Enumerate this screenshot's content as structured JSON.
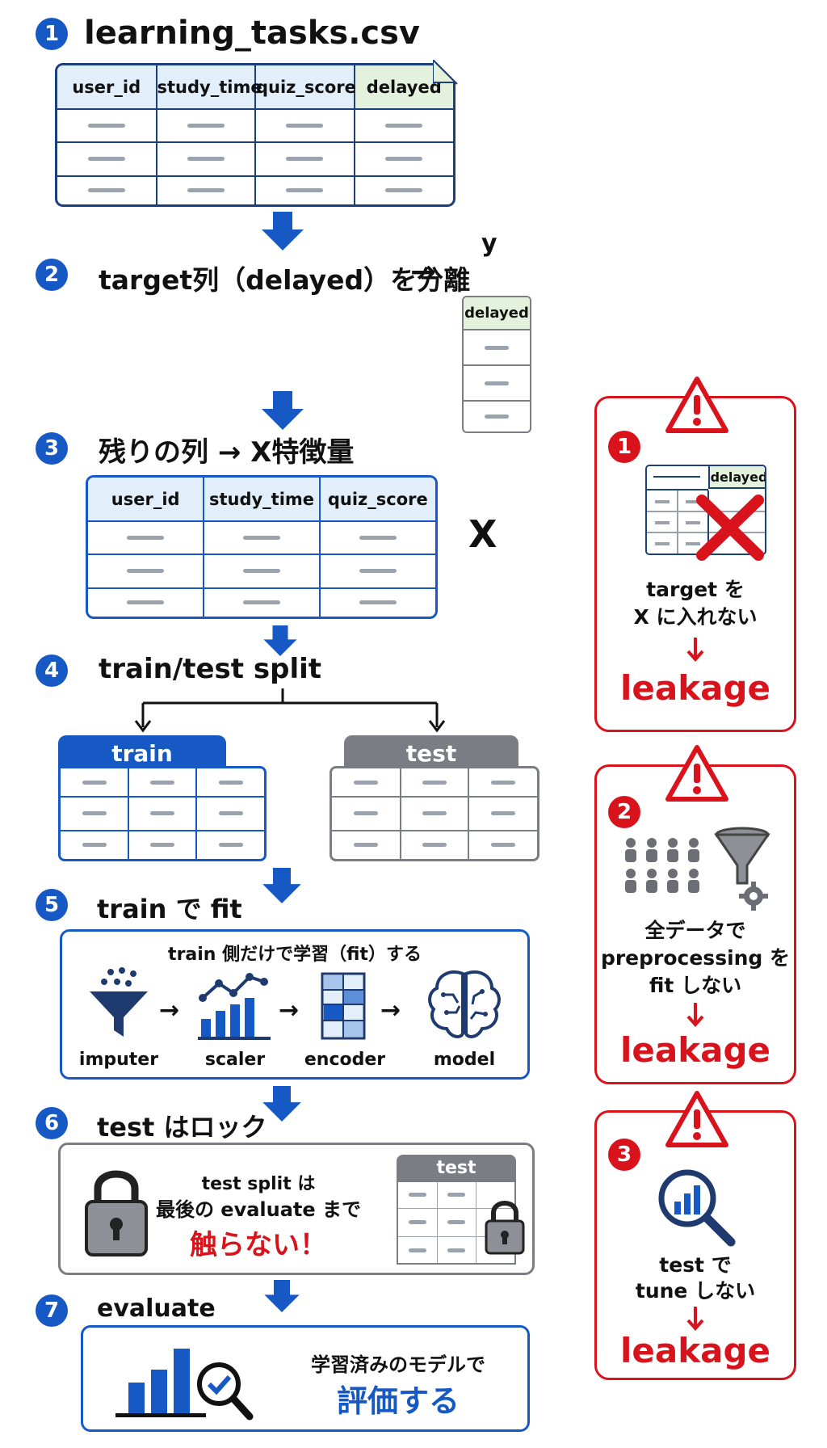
{
  "steps": [
    {
      "num": "1",
      "title": "learning_tasks.csv"
    },
    {
      "num": "2",
      "title": "target列（delayed）を分離",
      "arrow": "→"
    },
    {
      "num": "3",
      "title": "残りの列 → X特徴量"
    },
    {
      "num": "4",
      "title": "train/test split"
    },
    {
      "num": "5",
      "title": "train で fit"
    },
    {
      "num": "6",
      "title": "test はロック"
    },
    {
      "num": "7",
      "title": "evaluate"
    }
  ],
  "csv_table": {
    "headers": [
      "user_id",
      "study_time",
      "quiz_score",
      "delayed"
    ]
  },
  "y_table": {
    "label": "y",
    "header": "delayed"
  },
  "x_table": {
    "headers": [
      "user_id",
      "study_time",
      "quiz_score"
    ],
    "label": "X"
  },
  "split": {
    "train_label": "train",
    "test_label": "test"
  },
  "fit_box": {
    "caption": "train 側だけで学習（fit）する",
    "items": [
      "imputer",
      "scaler",
      "encoder",
      "model"
    ],
    "arrow": "→"
  },
  "lock_box": {
    "line1": "test split は",
    "line2": "最後の evaluate まで",
    "line3": "触らない！",
    "test_label": "test"
  },
  "eval_box": {
    "line1": "学習済みのモデルで",
    "line2": "評価する"
  },
  "warnings": [
    {
      "num": "1",
      "table_header": "delayed",
      "line1": "target を",
      "line2": "X に入れない",
      "leak": "leakage"
    },
    {
      "num": "2",
      "line1": "全データで",
      "line2": "preprocessing を",
      "line3": "fit しない",
      "leak": "leakage"
    },
    {
      "num": "3",
      "line1": "test で",
      "line2": "tune しない",
      "leak": "leakage"
    }
  ],
  "colors": {
    "blue": "#1659c4",
    "red": "#d9131c",
    "gray": "#7a7d83",
    "header_blue": "#e3eefb",
    "header_green": "#e4f1dc"
  }
}
